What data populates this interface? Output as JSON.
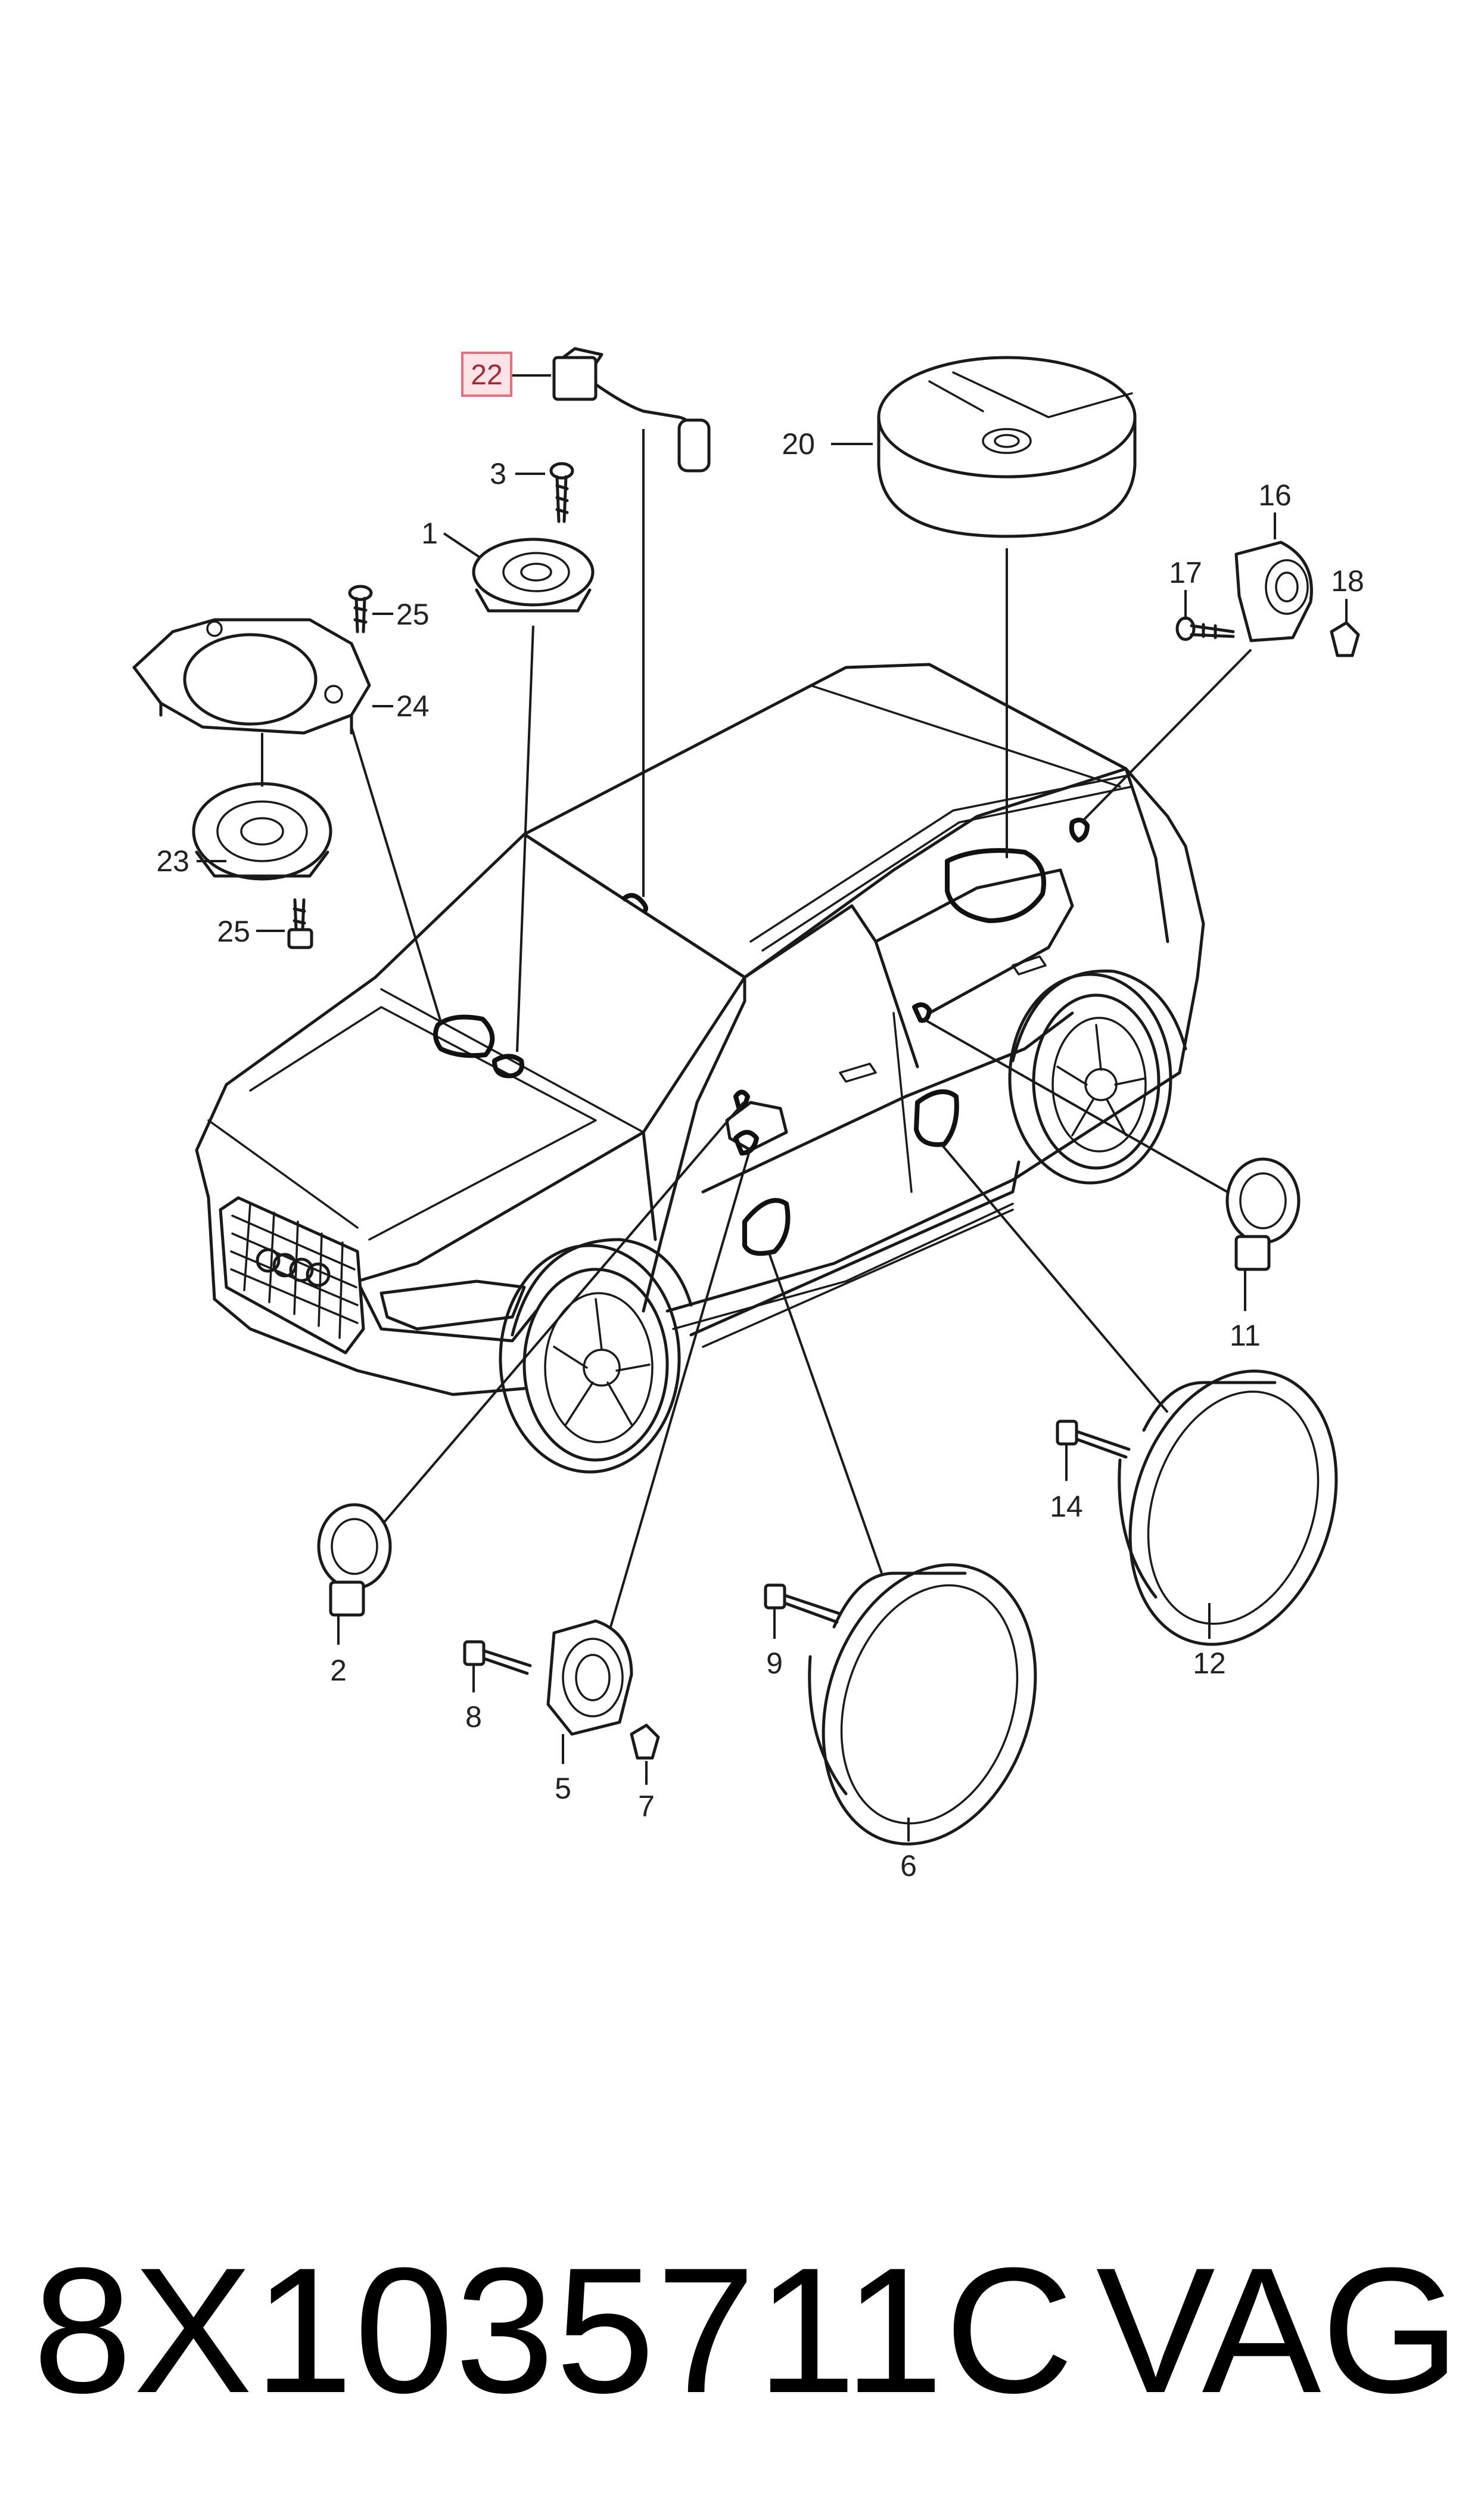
{
  "diagram": {
    "highlighted_callout": "22",
    "callouts": {
      "c1": "1",
      "c2": "2",
      "c3": "3",
      "c5": "5",
      "c6": "6",
      "c7": "7",
      "c8": "8",
      "c9": "9",
      "c11": "11",
      "c12": "12",
      "c14": "14",
      "c16": "16",
      "c17": "17",
      "c18": "18",
      "c20": "20",
      "c22": "22",
      "c23": "23",
      "c24": "24",
      "c25a": "25",
      "c25b": "25"
    }
  },
  "footer": {
    "part_number": "8X1035711C",
    "brand": "VAG"
  },
  "colors": {
    "highlight_fill": "#ffe3e6",
    "highlight_border": "#e3707f",
    "line": "#1a1a1a"
  }
}
